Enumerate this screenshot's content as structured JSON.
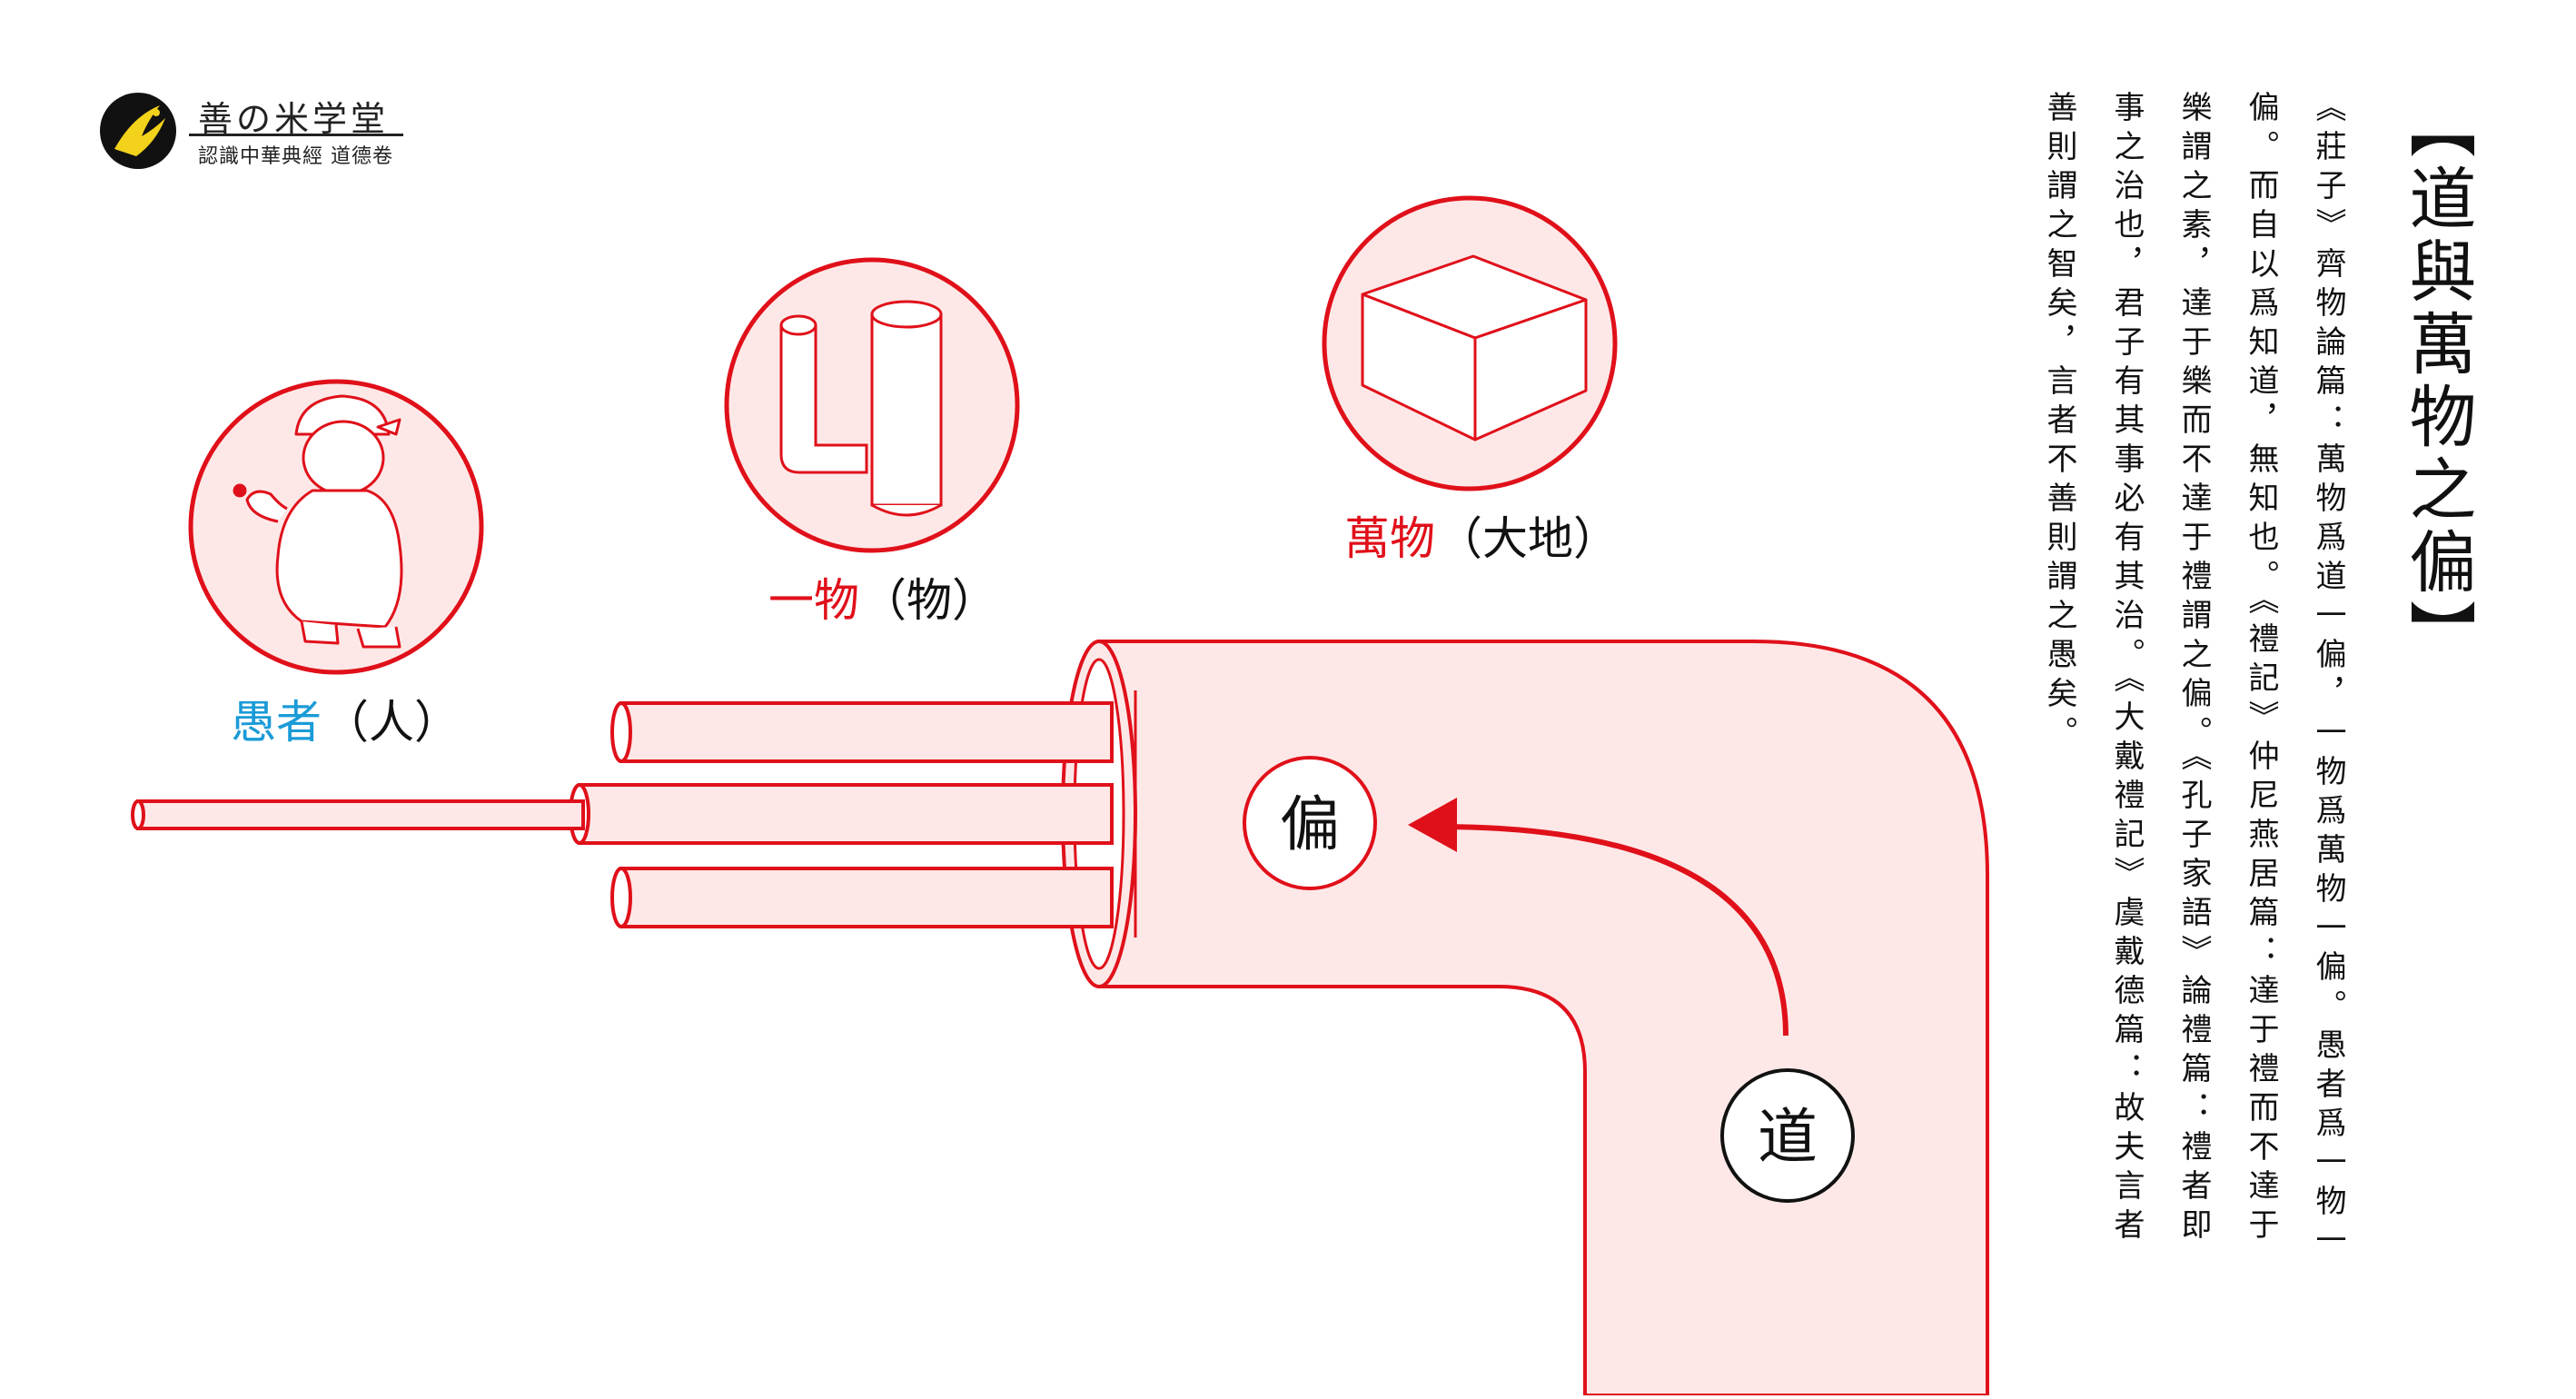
{
  "brand": {
    "name": "善の米学堂",
    "subtitle": "認識中華典經  道德卷"
  },
  "title": "【道與萬物之偏】",
  "diagram": {
    "nodes": [
      {
        "key": "fool",
        "label_main": "愚者",
        "label_paren": "（人）",
        "main_color": "#1a9bd7"
      },
      {
        "key": "one",
        "label_main": "一物",
        "label_paren": "（物）",
        "main_color": "#e0101a"
      },
      {
        "key": "all",
        "label_main": "萬物",
        "label_paren": "（大地）",
        "main_color": "#e0101a"
      }
    ],
    "pian_label": "偏",
    "dao_label": "道",
    "accent": "#e0101a",
    "fill": "#fde8e7"
  },
  "text_columns": [
    "《莊子》齊物論篇：萬物爲道一偏，一物爲萬物一偏。愚者爲一物一",
    "偏。而自以爲知道，無知也。《禮記》仲尼燕居篇：達于禮而不達于",
    "樂謂之素，達于樂而不達于禮謂之偏。《孔子家語》論禮篇：禮者即",
    "事之治也，君子有其事必有其治。《大戴禮記》虞戴德篇：故夫言者",
    "善則謂之智矣，言者不善則謂之愚矣。"
  ]
}
